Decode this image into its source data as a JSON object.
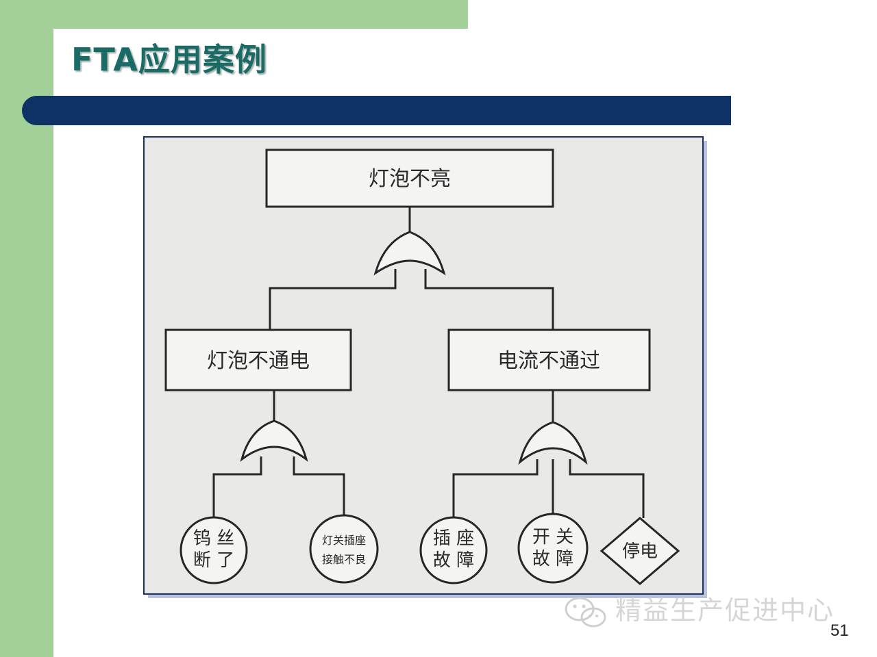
{
  "slide": {
    "title": "FTA应用案例",
    "page_number": "51",
    "watermark": "精益生产促进中心"
  },
  "colors": {
    "green_accent": "#a3cf98",
    "title_text": "#1a6b66",
    "navy_bar": "#0e3263",
    "figure_border": "#1c2f64"
  },
  "fault_tree": {
    "top_event": "灯泡不亮",
    "top_gate": "OR",
    "intermediate_events": [
      {
        "label": "灯泡不通电",
        "gate": "OR"
      },
      {
        "label": "电流不通过",
        "gate": "OR"
      }
    ],
    "basic_events": {
      "e1_line1": "钨 丝",
      "e1_line2": "断 了",
      "e2_line1": "灯关插座",
      "e2_line2": "接触不良",
      "e3_line1": "插 座",
      "e3_line2": "故 障",
      "e4_line1": "开 关",
      "e4_line2": "故 障"
    },
    "undeveloped_event": "停电"
  },
  "icons": {
    "watermark_icon": "wechat-icon",
    "gate_icon": "or-gate-icon"
  }
}
